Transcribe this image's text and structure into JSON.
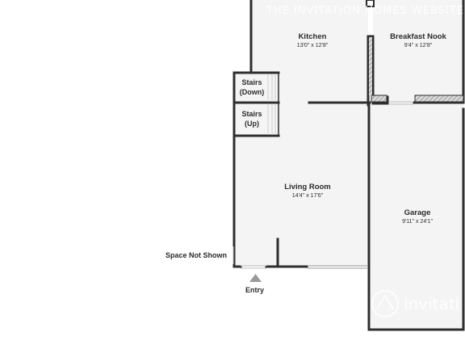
{
  "rooms": {
    "kitchen": {
      "name": "Kitchen",
      "dims": "13'0\" x 12'8\""
    },
    "breakfast_nook": {
      "name": "Breakfast Nook",
      "dims": "9'4\" x 12'8\""
    },
    "living_room": {
      "name": "Living Room",
      "dims": "14'4\" x 17'6\""
    },
    "garage": {
      "name": "Garage",
      "dims": "9'11\" x 24'1\""
    }
  },
  "stairs_down": [
    "Stairs",
    "(Down)"
  ],
  "stairs_up": [
    "Stairs",
    "(Up)"
  ],
  "space_not_shown": "Space Not Shown",
  "entry_label": "Entry",
  "watermark_top": "THE INVITATION HOMES WEBSITE",
  "watermark_logo": "invitati",
  "colors": {
    "wall": "#2e2e2e",
    "floor": "#f4f4f4",
    "hatch": "#8a8a8a",
    "entry_arrow": "#9a9a9a"
  }
}
